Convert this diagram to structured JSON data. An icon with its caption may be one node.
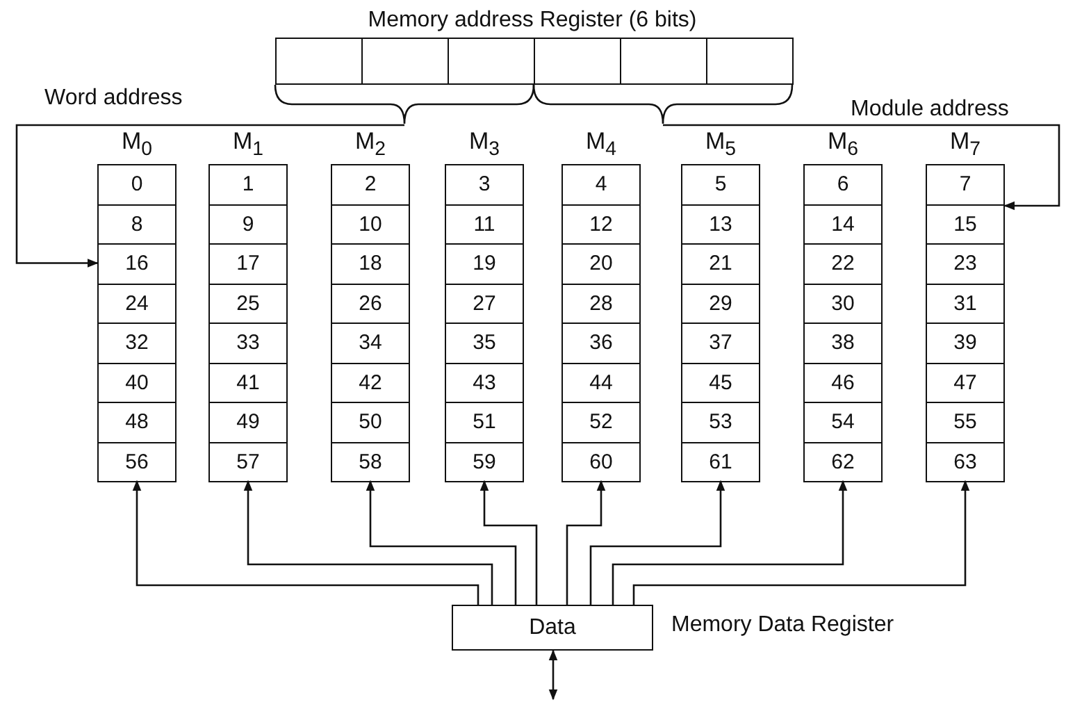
{
  "diagram": {
    "nodes": [
      {
        "text": [
          "Memory address Register (6 bits)"
        ]
      },
      {
        "text": [],
        "shape": "box",
        "in": 0
      },
      {
        "text": [],
        "shape": "box",
        "in": 0
      },
      {
        "text": [],
        "shape": "box",
        "in": 0
      },
      {
        "text": [],
        "shape": "box",
        "in": 0
      },
      {
        "text": [],
        "shape": "box",
        "in": 0
      },
      {
        "text": [],
        "shape": "box",
        "in": 0
      },
      {
        "text": [
          "M$_{0}$"
        ]
      },
      {
        "text": [
          "0"
        ],
        "in": 7
      },
      {
        "text": [
          "8"
        ],
        "in": 7
      },
      {
        "text": [
          "16"
        ],
        "in": 7
      },
      {
        "text": [
          "24"
        ],
        "in": 7
      },
      {
        "text": [
          "32"
        ],
        "in": 7
      },
      {
        "text": [
          "40"
        ],
        "in": 7
      },
      {
        "text": [
          "48"
        ],
        "in": 7
      },
      {
        "text": [
          "56"
        ],
        "in": 7
      },
      {
        "text": [
          "M$_{1}$"
        ]
      },
      {
        "text": [
          "1"
        ],
        "in": 16
      },
      {
        "text": [
          "9"
        ],
        "in": 16
      },
      {
        "text": [
          "17"
        ],
        "in": 16
      },
      {
        "text": [
          "25"
        ],
        "in": 16
      },
      {
        "text": [
          "33"
        ],
        "in": 16
      },
      {
        "text": [
          "41"
        ],
        "in": 16
      },
      {
        "text": [
          "49"
        ],
        "in": 16
      },
      {
        "text": [
          "57"
        ],
        "in": 16
      },
      {
        "text": [
          "M$_{2}$"
        ]
      },
      {
        "text": [
          "2"
        ],
        "in": 25
      },
      {
        "text": [
          "10"
        ],
        "in": 25
      },
      {
        "text": [
          "18"
        ],
        "in": 25
      },
      {
        "text": [
          "26"
        ],
        "in": 25
      },
      {
        "text": [
          "34"
        ],
        "in": 25
      },
      {
        "text": [
          "42"
        ],
        "in": 25
      },
      {
        "text": [
          "50"
        ],
        "in": 25
      },
      {
        "text": [
          "58"
        ],
        "in": 25
      },
      {
        "text": [
          "M$_{3}$"
        ]
      },
      {
        "text": [
          "3"
        ],
        "in": 34
      },
      {
        "text": [
          "11"
        ],
        "in": 34
      },
      {
        "text": [
          "19"
        ],
        "in": 34
      },
      {
        "text": [
          "27"
        ],
        "in": 34
      },
      {
        "text": [
          "35"
        ],
        "in": 34
      },
      {
        "text": [
          "43"
        ],
        "in": 34
      },
      {
        "text": [
          "51"
        ],
        "in": 34
      },
      {
        "text": [
          "59"
        ],
        "in": 34
      },
      {
        "text": [
          "M$_{4}$"
        ]
      },
      {
        "text": [
          "4"
        ],
        "in": 43
      },
      {
        "text": [
          "12"
        ],
        "in": 43
      },
      {
        "text": [
          "20"
        ],
        "in": 43
      },
      {
        "text": [
          "28"
        ],
        "in": 43
      },
      {
        "text": [
          "36"
        ],
        "in": 43
      },
      {
        "text": [
          "44"
        ],
        "in": 43
      },
      {
        "text": [
          "52"
        ],
        "in": 43
      },
      {
        "text": [
          "60"
        ],
        "in": 43
      },
      {
        "text": [
          "M$_{5}$"
        ]
      },
      {
        "text": [
          "5"
        ],
        "in": 52
      },
      {
        "text": [
          "13"
        ],
        "in": 52
      },
      {
        "text": [
          "21"
        ],
        "in": 52
      },
      {
        "text": [
          "29"
        ],
        "in": 52
      },
      {
        "text": [
          "37"
        ],
        "in": 52
      },
      {
        "text": [
          "45"
        ],
        "in": 52
      },
      {
        "text": [
          "53"
        ],
        "in": 52
      },
      {
        "text": [
          "61"
        ],
        "in": 52
      },
      {
        "text": [
          "M$_{6}$"
        ]
      },
      {
        "text": [
          "6"
        ],
        "in": 61
      },
      {
        "text": [
          "14"
        ],
        "in": 61
      },
      {
        "text": [
          "22"
        ],
        "in": 61
      },
      {
        "text": [
          "30"
        ],
        "in": 61
      },
      {
        "text": [
          "38"
        ],
        "in": 61
      },
      {
        "text": [
          "46"
        ],
        "in": 61
      },
      {
        "text": [
          "54"
        ],
        "in": 61
      },
      {
        "text": [
          "62"
        ],
        "in": 61
      },
      {
        "text": [
          "M$_{7}$"
        ]
      },
      {
        "text": [
          "7"
        ],
        "in": 70
      },
      {
        "text": [
          "15"
        ],
        "in": 70
      },
      {
        "text": [
          "23"
        ],
        "in": 70
      },
      {
        "text": [
          "31"
        ],
        "in": 70
      },
      {
        "text": [
          "39"
        ],
        "in": 70
      },
      {
        "text": [
          "47"
        ],
        "in": 70
      },
      {
        "text": [
          "55"
        ],
        "in": 70
      },
      {
        "text": [
          "63"
        ],
        "in": 70
      },
      {
        "text": [
          "Data"
        ],
        "beside": [
          "Memory Data Register"
        ]
      }
    ],
    "edges": [
      {
        "from": 0,
        "to": 10,
        "arrow": "to"
      },
      {
        "from": 0,
        "to": 70,
        "arrow": "to"
      },
      {
        "from": 79,
        "to": 7,
        "arrow": "to"
      },
      {
        "from": 79,
        "to": 16,
        "arrow": "to"
      },
      {
        "from": 79,
        "to": 25,
        "arrow": "to"
      },
      {
        "from": 79,
        "to": 34,
        "arrow": "to"
      },
      {
        "from": 79,
        "to": 43,
        "arrow": "to"
      },
      {
        "from": 79,
        "to": 52,
        "arrow": "to"
      },
      {
        "from": 79,
        "to": 61,
        "arrow": "to"
      },
      {
        "from": 79,
        "to": 70,
        "arrow": "to"
      },
      {
        "from": 79,
        "to": null,
        "arrow": "both"
      }
    ],
    "labels": [
      "Word address",
      "Module address"
    ]
  }
}
